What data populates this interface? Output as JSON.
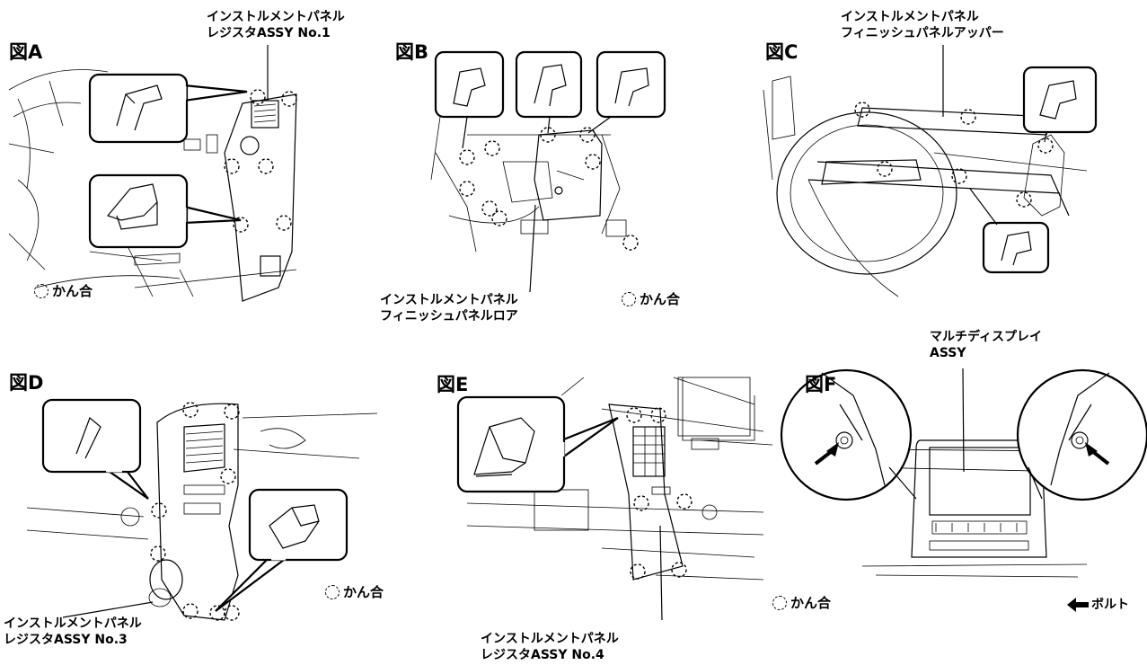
{
  "figures": {
    "a": {
      "title": "図A",
      "part_line1": "インストルメントパネル",
      "part_line2": "レジスタASSY No.1",
      "legend": "かん合"
    },
    "b": {
      "title": "図B",
      "part_line1": "インストルメントパネル",
      "part_line2": "フィニッシュパネルロア",
      "legend": "かん合"
    },
    "c": {
      "title": "図C",
      "part_line1": "インストルメントパネル",
      "part_line2": "フィニッシュパネルアッパー"
    },
    "d": {
      "title": "図D",
      "part_line1": "インストルメントパネル",
      "part_line2": "レジスタASSY No.3",
      "legend": "かん合"
    },
    "e": {
      "title": "図E",
      "part_line1": "インストルメントパネル",
      "part_line2": "レジスタASSY No.4"
    },
    "f": {
      "title": "図F",
      "part_line1": "マルチディスプレイ",
      "part_line2": "ASSY",
      "legend": "かん合",
      "bolt_legend": "ボルト"
    }
  }
}
